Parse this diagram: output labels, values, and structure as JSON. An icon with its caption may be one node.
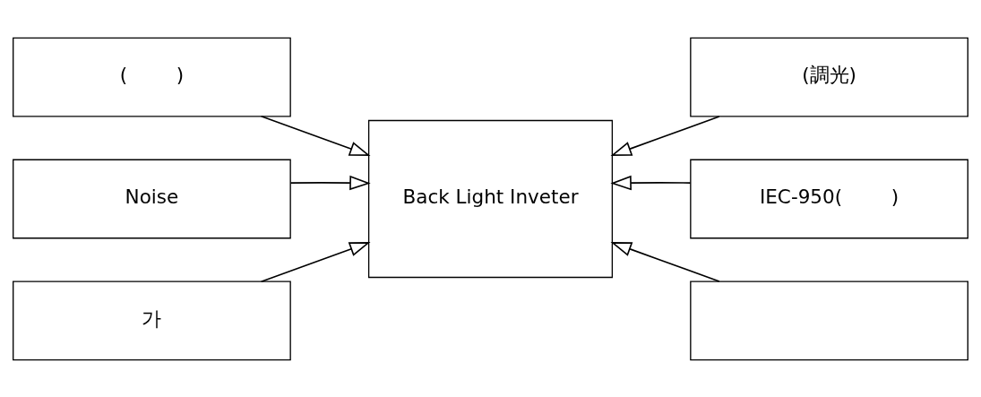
{
  "diagram": {
    "nodes": [
      {
        "text": [
          "(        )"
        ]
      },
      {
        "text": [
          "(調光)"
        ]
      },
      {
        "text": [
          "Noise"
        ]
      },
      {
        "text": [
          "Back Light Inveter"
        ]
      },
      {
        "text": [
          "IEC-950(        )"
        ]
      },
      {
        "text": [
          "가"
        ]
      },
      {
        "text": [],
        "shape": "box"
      }
    ],
    "edges": [
      {
        "from": 0,
        "to": 3,
        "arrow": "to"
      },
      {
        "from": 1,
        "to": 3,
        "arrow": "to"
      },
      {
        "from": 2,
        "to": 3,
        "arrow": "to"
      },
      {
        "from": 4,
        "to": 3,
        "arrow": "to"
      },
      {
        "from": 5,
        "to": 3,
        "arrow": "to"
      },
      {
        "from": 6,
        "to": 3,
        "arrow": "to"
      }
    ]
  }
}
